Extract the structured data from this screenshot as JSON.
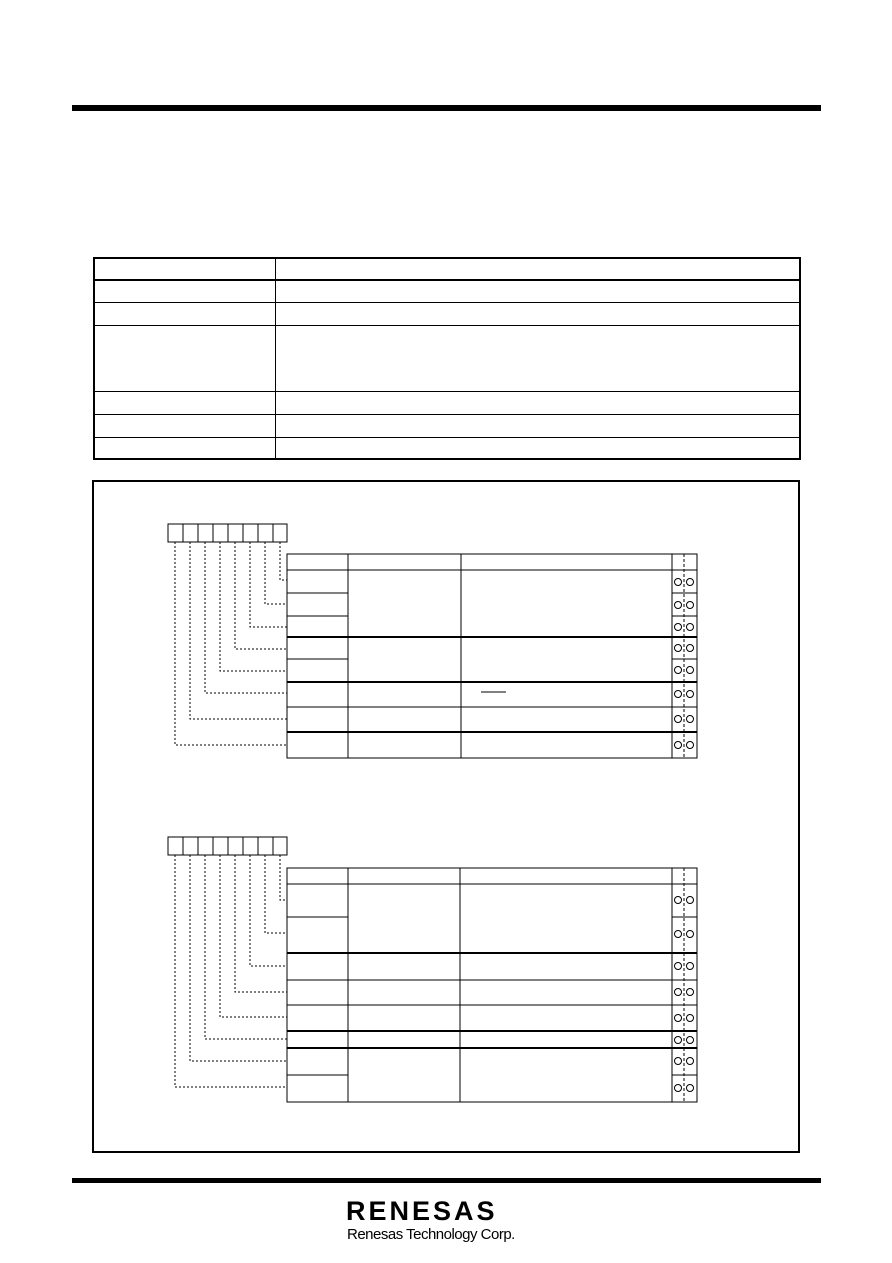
{
  "spec_table": {
    "rows": 7
  },
  "register_diagrams": [
    {
      "bits": 8,
      "rows": 8
    },
    {
      "bits": 8,
      "rows": 8
    }
  ],
  "footer": {
    "logo_word": "RENESAS",
    "logo_sub": "Renesas Technology Corp."
  }
}
